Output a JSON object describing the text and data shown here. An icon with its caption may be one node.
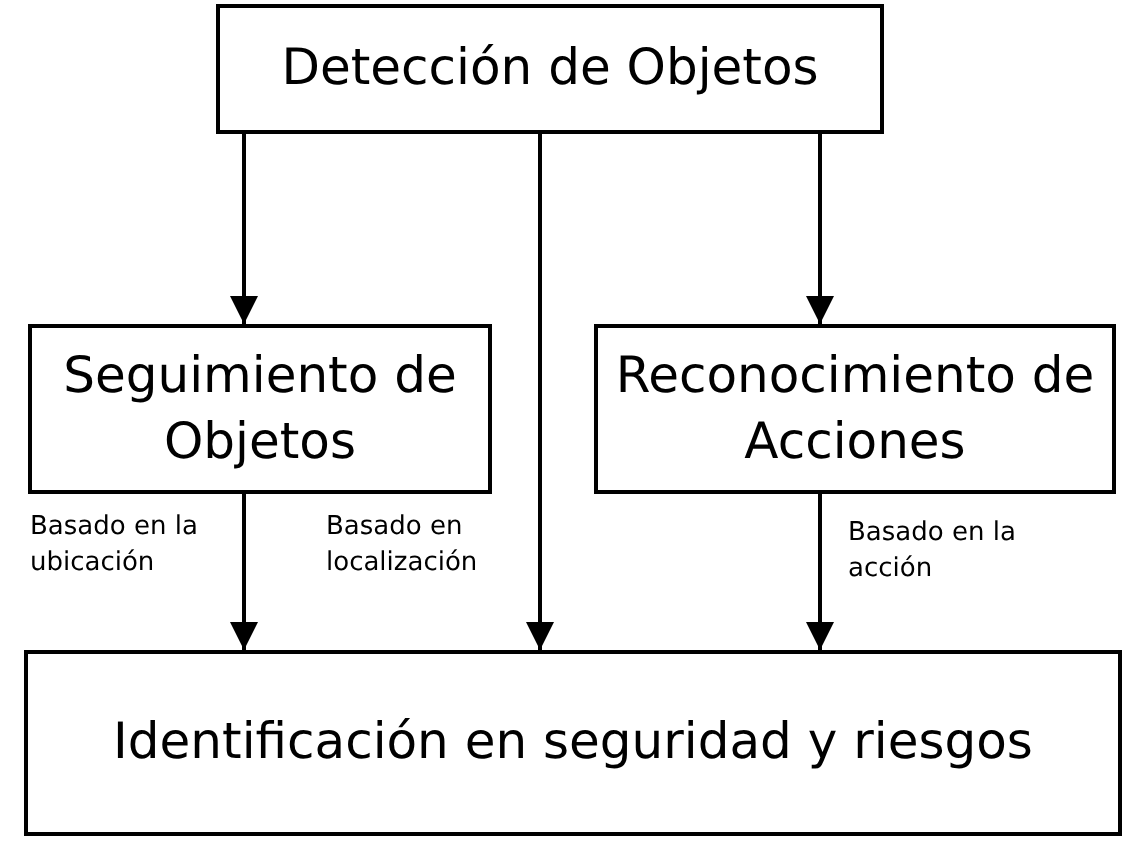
{
  "diagram": {
    "nodes": [
      {
        "text": [
          "Detección de Objetos"
        ]
      },
      {
        "text": [
          "Seguimiento de Objetos"
        ]
      },
      {
        "text": [
          "Reconocimiento de Acciones"
        ]
      },
      {
        "text": [
          "Identificación en seguridad y riesgos"
        ]
      }
    ],
    "edges": [
      {
        "from": 0,
        "to": 1,
        "arrow": "to"
      },
      {
        "from": 0,
        "to": 3,
        "arrow": "to",
        "label": "Basado en localización"
      },
      {
        "from": 0,
        "to": 2,
        "arrow": "to"
      },
      {
        "from": 1,
        "to": 3,
        "arrow": "to",
        "label": "Basado en la ubicación"
      },
      {
        "from": 2,
        "to": 3,
        "arrow": "to",
        "label": "Basado en la acción"
      }
    ]
  }
}
